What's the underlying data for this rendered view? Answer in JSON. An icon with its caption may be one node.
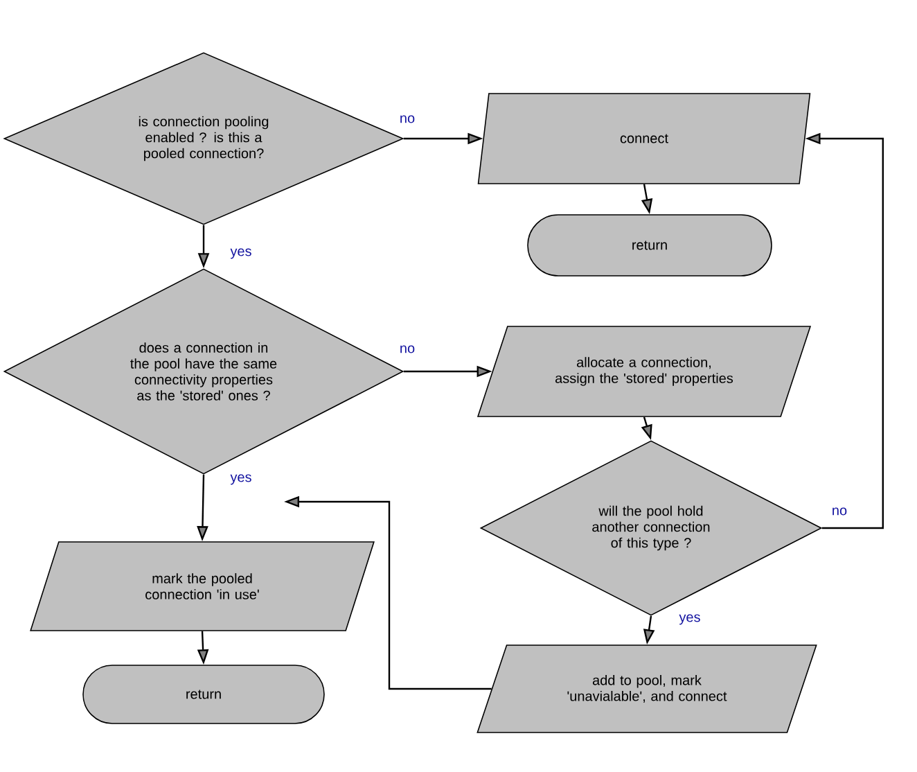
{
  "diagram": {
    "nodes": [
      {
        "text": [
          "is connection pooling enabled ? is this a pooled connection?"
        ]
      },
      {
        "text": [
          "connect"
        ]
      },
      {
        "text": [
          "return"
        ]
      },
      {
        "text": [
          "does a connection in the pool have the same connectivity properties as the 'stored' ones ?"
        ]
      },
      {
        "text": [
          "allocate a connection, assign the 'stored' properties"
        ]
      },
      {
        "text": [
          "will the pool hold another connection of this type ?"
        ]
      },
      {
        "text": [
          "mark the pooled connection 'in use'"
        ]
      },
      {
        "text": [
          "return"
        ]
      },
      {
        "text": [
          "add to pool, mark 'unavialable', and connect"
        ]
      }
    ],
    "edges": [
      {
        "from": 0,
        "to": 1,
        "arrow": "to",
        "label": "no"
      },
      {
        "from": 1,
        "to": 2,
        "arrow": "to"
      },
      {
        "from": 0,
        "to": 3,
        "arrow": "to",
        "label": "yes"
      },
      {
        "from": 3,
        "to": 4,
        "arrow": "to",
        "label": "no"
      },
      {
        "from": 4,
        "to": 5,
        "arrow": "to"
      },
      {
        "from": 5,
        "to": 1,
        "arrow": "to",
        "label": "no"
      },
      {
        "from": 5,
        "to": 8,
        "arrow": "to",
        "label": "yes"
      },
      {
        "from": 3,
        "to": 6,
        "arrow": "to",
        "label": "yes"
      },
      {
        "from": 6,
        "to": 7,
        "arrow": "to"
      },
      {
        "from": 8,
        "to": null,
        "arrow": "to"
      }
    ]
  }
}
